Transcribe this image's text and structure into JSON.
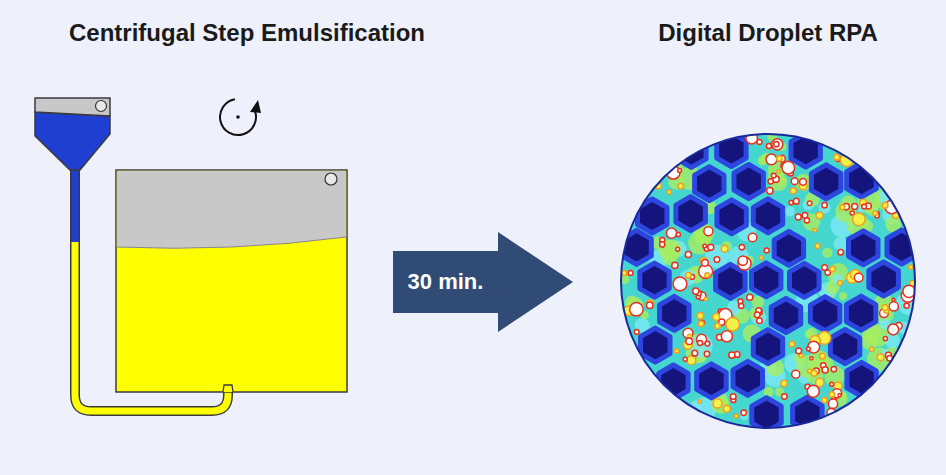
{
  "diagram": {
    "nodes": [
      {
        "text": [
          "30 min."
        ]
      }
    ],
    "labels": [
      "Centrifugal Step Emulsification",
      "Digital Droplet RPA"
    ]
  }
}
